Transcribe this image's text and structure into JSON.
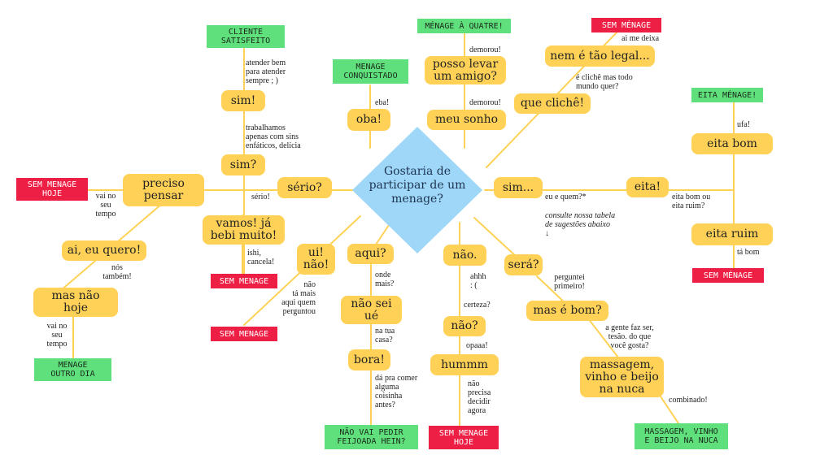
{
  "colors": {
    "node": "#ffd257",
    "success": "#5fe07d",
    "fail": "#ee1f45",
    "center": "#9fd7f8",
    "line": "#ffd257"
  },
  "center": "Gostaria de\nparticipar de um\nmenage?",
  "nodes": {
    "serio": "sério?",
    "preciso_pensar": "preciso\npensar",
    "ai_quero": "ai, eu quero!",
    "mas_nao_hoje": "mas não\nhoje",
    "sim_top": "sim!",
    "sim_q": "sim?",
    "vamos": "vamos! já\nbebi muito!",
    "oba": "oba!",
    "posso_levar": "posso levar\num amigo?",
    "meu_sonho": "meu sonho",
    "nem_tao_legal": "nem é tão legal...",
    "que_cliche": "que clichê!",
    "sim_dots": "sim...",
    "eita": "eita!",
    "eita_bom": "eita bom",
    "eita_ruim": "eita ruim",
    "ui_nao": "ui!\nnão!",
    "aqui": "aqui?",
    "nao_sei_ue": "não sei\nué",
    "bora": "bora!",
    "nao_dot": "não.",
    "nao_q": "não?",
    "hummm": "hummm",
    "sera": "será?",
    "mas_e_bom": "mas é bom?",
    "massagem": "massagem,\nvinho e beijo\nna nuca"
  },
  "tags": {
    "cliente_satisfeito": "CLIENTE\nSATISFEITO",
    "menage_conquistado": "MENAGE\nCONQUISTADO",
    "menage_a_quatre": "MÉNAGE À QUATRE!",
    "sem_menage_top_right": "SEM MÉNAGE",
    "eita_menage": "EITA MÉNAGE!",
    "sem_menage_right": "SEM MÉNAGE",
    "sem_menage_hoje_left": "SEM MENAGE\nHOJE",
    "menage_outro_dia": "MENAGE\nOUTRO DIA",
    "sem_menage_vamos": "SEM MENAGE",
    "sem_menage_ui": "SEM MENAGE",
    "nao_vai_pedir": "NÃO VAI PEDIR\nFEIJOADA HEIN?",
    "sem_menage_hoje_bottom": "SEM MENAGE\nHOJE",
    "massagem_vinho": "MASSAGEM, VINHO\nE BEIJO NA NUCA"
  },
  "labels": {
    "atender_bem": "atender bem\npara atender\nsempre ; )",
    "trabalhamos": "trabalhamos\napenas com sins\nenfáticos, delícia",
    "serio_lbl": "sério!",
    "vai_no_seu_tempo_1": "vai no\nseu\ntempo",
    "nos_tambem": "nós\ntambém!",
    "vai_no_seu_tempo_2": "vai no\nseu\ntempo",
    "ishi": "ishi,\ncancela!",
    "eba": "eba!",
    "demorou_1": "demorou!",
    "demorou_2": "demorou!",
    "ai_me_deixa": "ai me deixa",
    "e_cliche": "é clichê mas todo\nmundo quer?",
    "ufa": "ufa!",
    "eu_e_quem": "eu e quem?*",
    "eita_bom_ou": "eita bom ou\neita ruim?",
    "ta_bom": "tá bom",
    "nao_ta_mais": "não\ntá mais\naqui quem\nperguntou",
    "onde_mais": "onde\nmais?",
    "na_tua_casa": "na tua\ncasa?",
    "da_pra_comer": "dá pra comer\nalguma\ncoisinha\nantes?",
    "ahhh": "ahhh\n: (",
    "certeza": "certeza?",
    "opaaa": "opaaa!",
    "nao_precisa": "não\nprecisa\ndecidir\nagora",
    "perguntei": "perguntei\nprimeiro!",
    "a_gente_faz": "a gente faz ser,\ntesão. do que\nvocê gosta?",
    "combinado": "combinado!"
  },
  "note": "consulte nossa tabela\nde sugestões abaixo\n↓"
}
